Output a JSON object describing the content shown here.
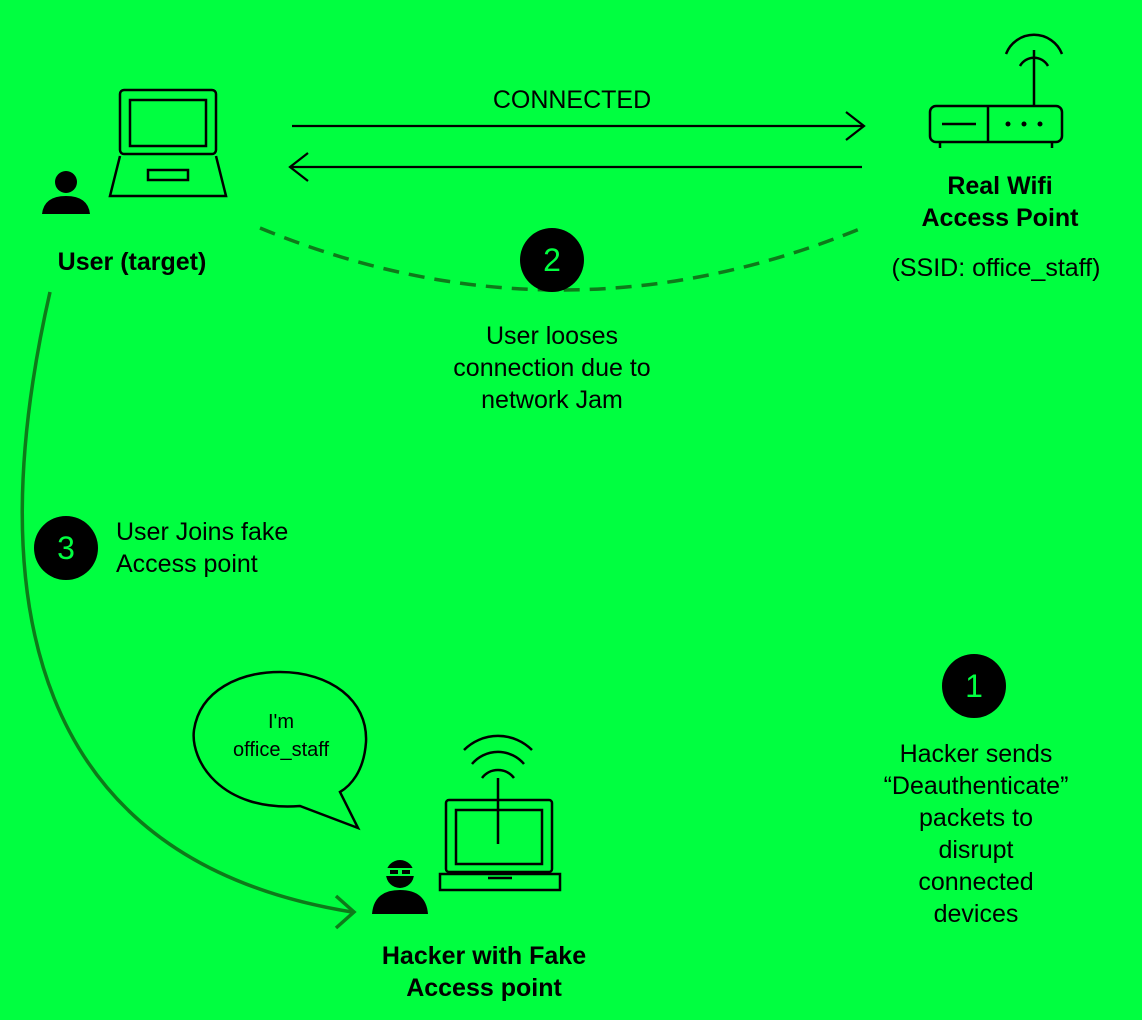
{
  "connection": {
    "label": "CONNECTED"
  },
  "real_ap": {
    "name": "Real Wifi\nAccess Point",
    "ssid": "(SSID: office_staff)"
  },
  "user": {
    "name": "User (target)"
  },
  "hacker": {
    "name": "Hacker with Fake\nAccess point",
    "speech": "I'm\noffice_staff"
  },
  "steps": [
    {
      "number": "1",
      "text": "Hacker sends\n“Deauthenticate”\npackets to\ndisrupt\nconnected\ndevices"
    },
    {
      "number": "2",
      "text": "User looses\nconnection due to\nnetwork Jam"
    },
    {
      "number": "3",
      "text": "User Joins fake\nAccess point"
    }
  ],
  "colors": {
    "background": "#00ff40",
    "path": "#0e7a1a",
    "ink": "#000000"
  }
}
